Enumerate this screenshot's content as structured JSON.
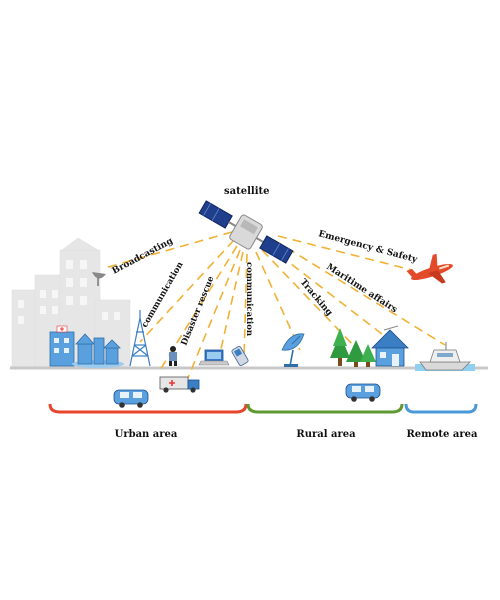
{
  "labels": {
    "satellite": "satellite",
    "broadcasting": "Broadcasting",
    "communication_left": "communication",
    "disaster_rescue": "Disaster rescue",
    "communication_center": "communication",
    "tracking": "Tracking",
    "maritime_affairs": "Maritime affairs",
    "emergency_safety": "Emergency & Safety"
  },
  "areas": {
    "urban": "Urban area",
    "rural": "Rural area",
    "remote": "Remote area"
  },
  "colors": {
    "beam": "#f2b134",
    "urban_bracket": "#e8452c",
    "rural_bracket": "#5e9a2f",
    "remote_bracket": "#4a9ad8",
    "ground": "#c8c8c8",
    "water": "#8fd0f0",
    "building_gray": "#e4e4e4",
    "building_blue": "#5aa0de",
    "satellite_body": "#d9d9d9",
    "solar_panel": "#1f3f8c",
    "tree": "#2f9a3f",
    "plane": "#e34a2a"
  },
  "icons": [
    "satellite-icon",
    "dish-icon",
    "tower-icon",
    "car-icon",
    "ambulance-truck-icon",
    "laptop-icon",
    "phone-icon",
    "tree-icon",
    "house-icon",
    "plane-icon",
    "boat-icon",
    "rescuer-icon"
  ]
}
